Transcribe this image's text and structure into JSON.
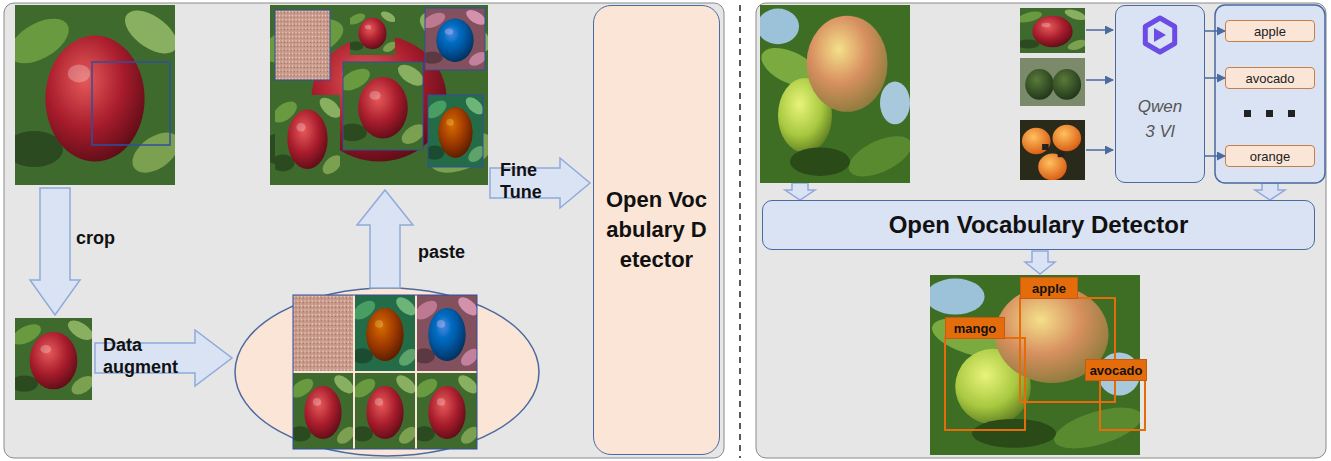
{
  "diagram": {
    "nodes": [
      {
        "text": [
          "Open Vocabulary Detector"
        ]
      },
      {
        "text": [
          "Qwen 3 Vl"
        ]
      },
      {
        "text": [
          "apple"
        ]
      },
      {
        "text": [
          "avocado"
        ]
      },
      {
        "text": [
          "orange"
        ]
      },
      {
        "text": [
          "Open Vocabulary Detector"
        ]
      },
      {
        "text": [
          "apple"
        ]
      },
      {
        "text": [
          "mango"
        ]
      },
      {
        "text": [
          "avocado"
        ]
      }
    ],
    "edges": [
      {
        "from": 1,
        "to": 2,
        "arrow": "to"
      },
      {
        "from": 1,
        "to": 3,
        "arrow": "to"
      },
      {
        "from": 1,
        "to": 4,
        "arrow": "to"
      }
    ],
    "labels": [
      "crop",
      "Data augment",
      "paste",
      "Fine Tune"
    ]
  }
}
